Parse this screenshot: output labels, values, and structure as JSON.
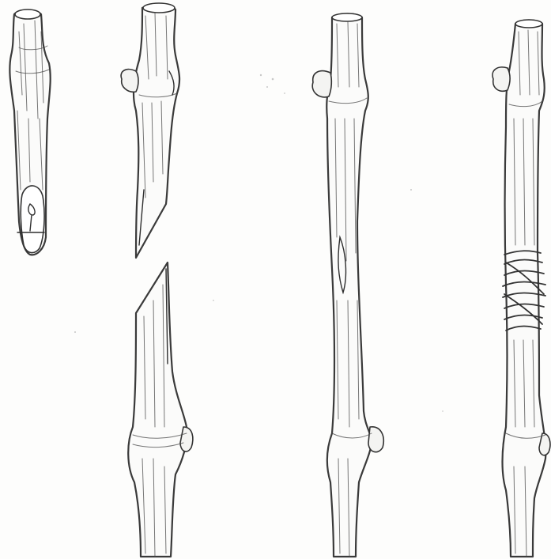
{
  "figure": {
    "description_visible_text": "",
    "subjects": [
      {
        "id": "scion",
        "icon": "scion-wedge-icon"
      },
      {
        "id": "rootstock-cut",
        "icon": "split-stock-icon"
      },
      {
        "id": "joined-stem",
        "icon": "joined-stem-icon"
      },
      {
        "id": "tied-stem",
        "icon": "tied-graft-icon"
      }
    ],
    "ink_color": "#333333",
    "paper_color": "#fdfdfc"
  }
}
